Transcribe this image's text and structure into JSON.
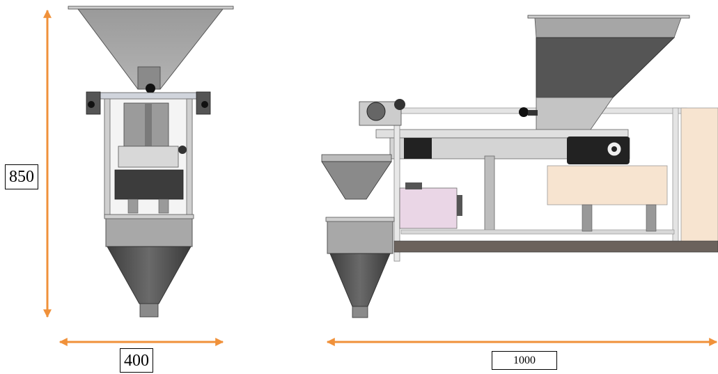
{
  "dimensions": {
    "height": "850",
    "width_front": "400",
    "width_side": "1000"
  },
  "colors": {
    "arrow": "#f0913a",
    "hopper_light": "#a6a6a6",
    "hopper_dark": "#555555",
    "frame": "#d8d8d8",
    "panel": "#f7e4d0",
    "motor_pink": "#ead6e6",
    "base": "#6b625c"
  }
}
